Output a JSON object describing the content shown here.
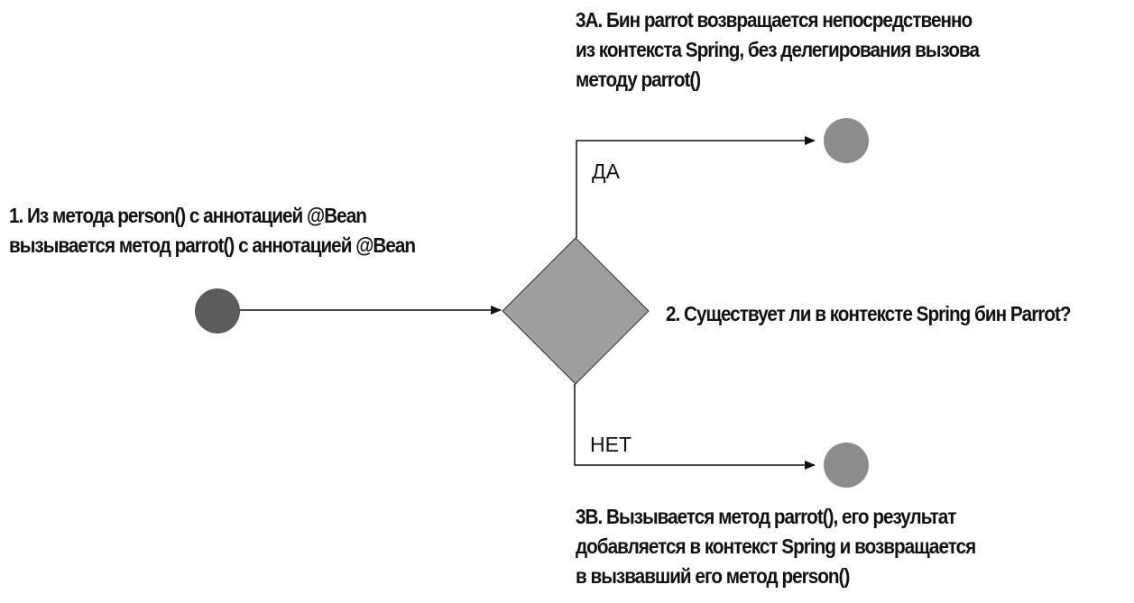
{
  "diagram": {
    "start_caption": {
      "lines": [
        "1. Из метода person() с аннотацией @Bean",
        "вызывается метод parrot() с аннотацией @Bean"
      ]
    },
    "decision_caption": {
      "lines": [
        "2. Существует ли в контексте Spring бин Parrot?"
      ]
    },
    "yes_caption": {
      "lines": [
        "3A. Бин parrot возвращается непосредственно",
        "из контекста Spring, без делегирования вызова",
        "методу parrot()"
      ]
    },
    "no_caption": {
      "lines": [
        "3B. Вызывается метод parrot(), его результат",
        "добавляется в контекст Spring и возвращается",
        "в вызвавший его метод person()"
      ]
    },
    "branch_labels": {
      "yes": "ДА",
      "no": "НЕТ"
    },
    "colors": {
      "start_node": "#5c5c5c",
      "decision_node": "#9e9e9e",
      "end_node": "#8c8c8c",
      "connector": "#111111"
    }
  }
}
